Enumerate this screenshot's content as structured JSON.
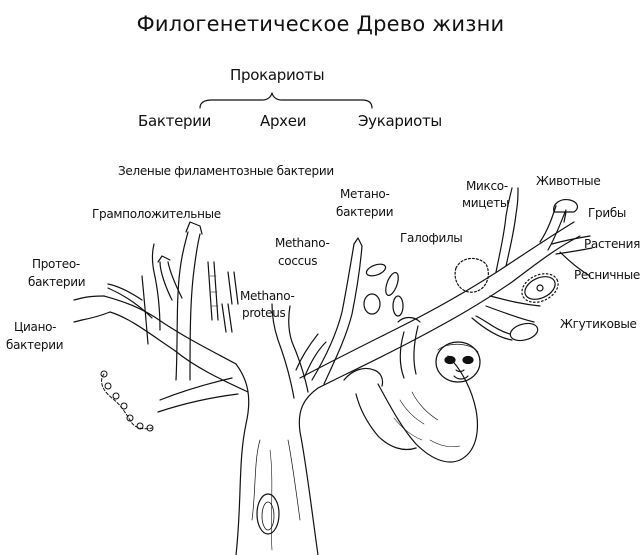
{
  "title": "Филогенетическое Древо жизни",
  "groups": {
    "prokaryotes": "Прокариоты",
    "bacteria": "Бактерии",
    "archaea": "Археи",
    "eukaryotes": "Эукариоты"
  },
  "labels": {
    "green_filamentous": "Зеленые филаментозные бактерии",
    "gram_positive": "Грамположительные",
    "proteobacteria_1": "Протео-",
    "proteobacteria_2": "бактерии",
    "cyanobacteria_1": "Циано-",
    "cyanobacteria_2": "бактерии",
    "methanococcus_1": "Methano-",
    "methanococcus_2": "coccus",
    "methanoproteus_1": "Methano-",
    "methanoproteus_2": "proteus",
    "methanobacteria_1": "Метано-",
    "methanobacteria_2": "бактерии",
    "halophiles": "Галофилы",
    "slime_molds_1": "Миксо-",
    "slime_molds_2": "мицеты",
    "animals": "Животные",
    "fungi": "Грибы",
    "plants": "Растения",
    "ciliates": "Ресничные",
    "flagellates": "Жгутиковые"
  },
  "colors": {
    "ink": "#111111",
    "paper": "#ffffff"
  }
}
